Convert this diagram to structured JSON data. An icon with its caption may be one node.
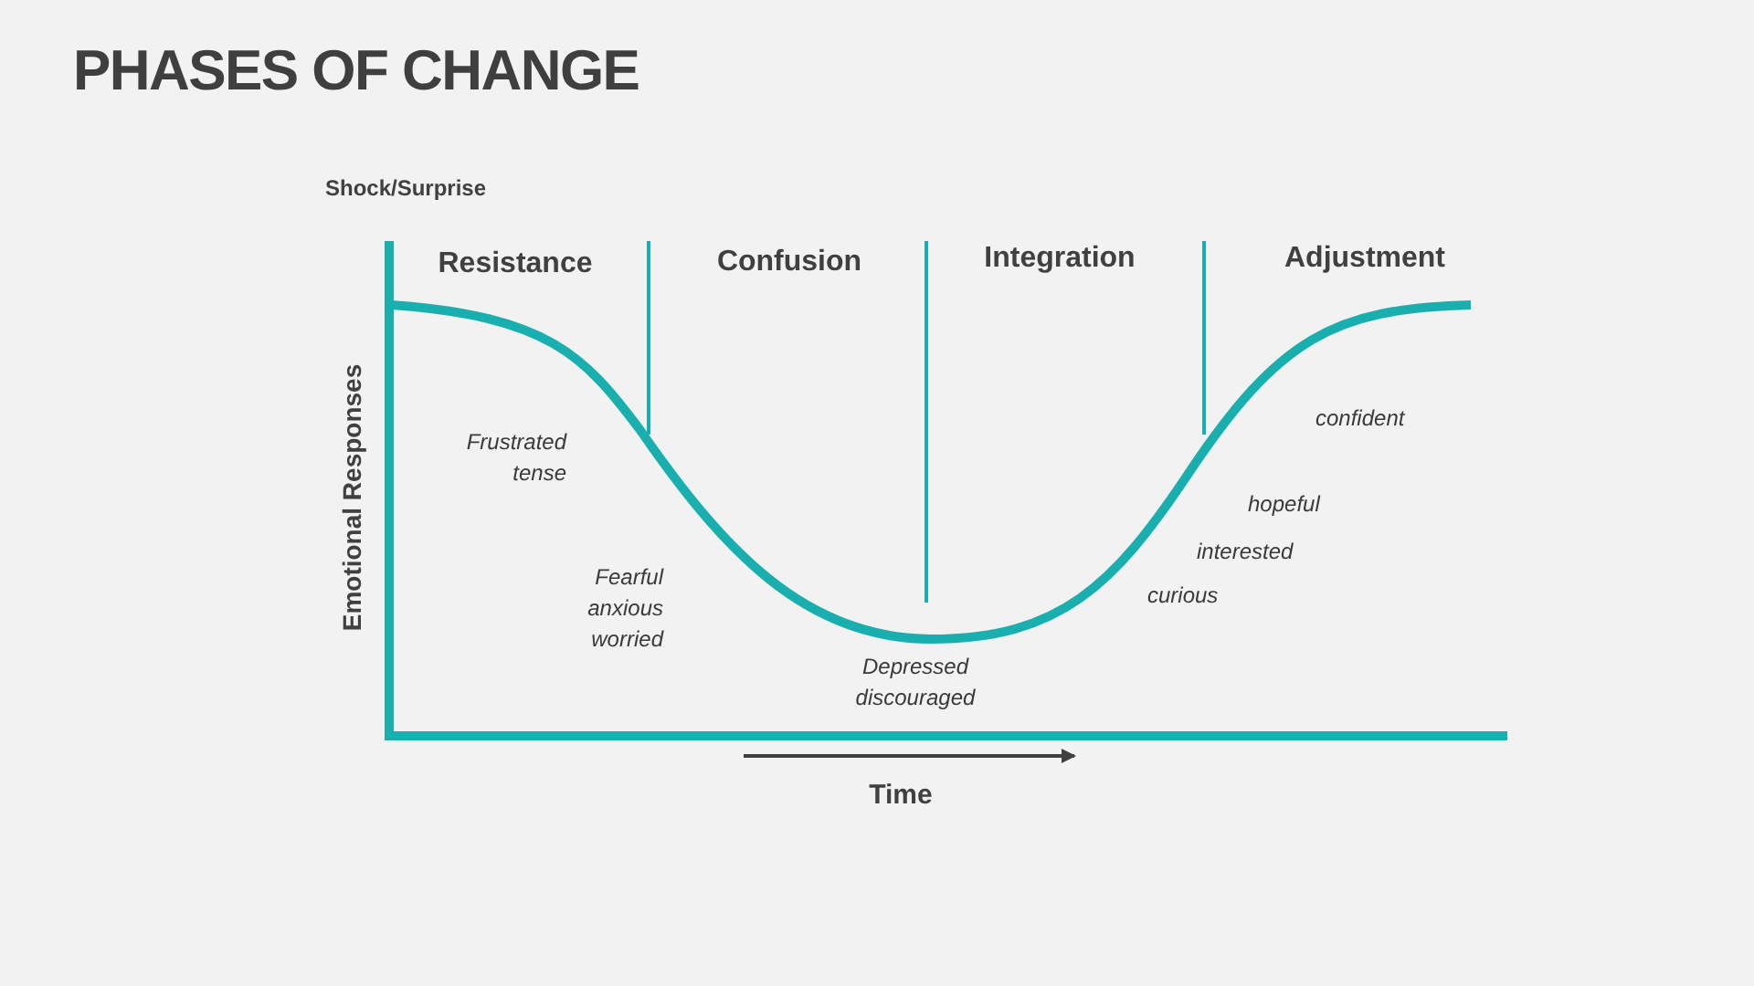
{
  "diagram": {
    "title": "PHASES OF CHANGE",
    "labels": [
      "Shock/Surprise",
      "Resistance",
      "Confusion",
      "Integration",
      "Adjustment",
      "Frustrated tense",
      "confident",
      "hopeful",
      "interested",
      "Fearful anxious worried",
      "curious",
      "Depressed discouraged",
      "Emotional Responses",
      "Time"
    ]
  }
}
